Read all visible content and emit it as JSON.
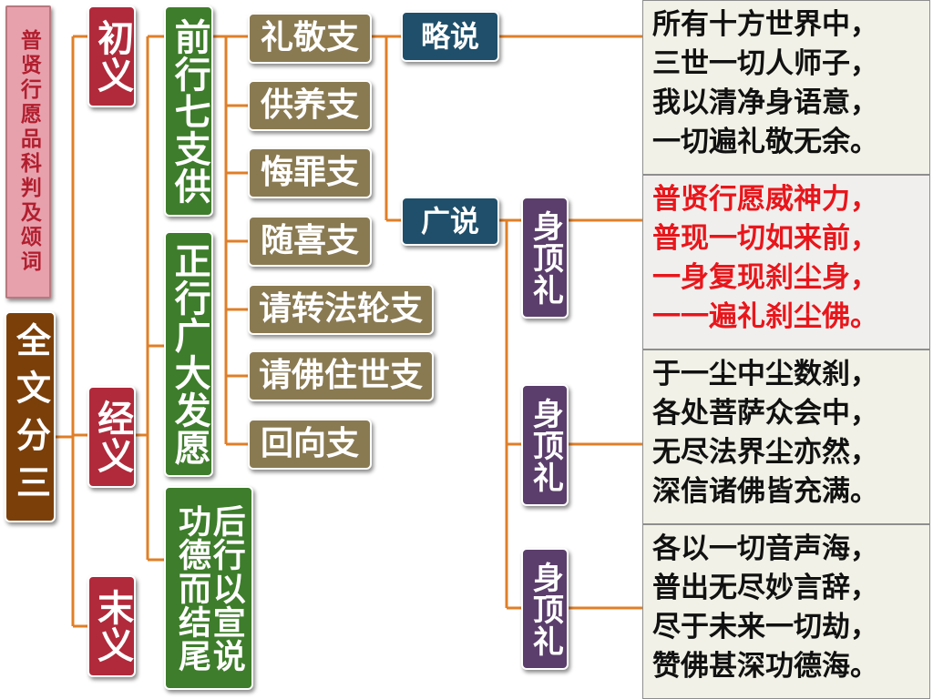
{
  "title": "普贤行愿品科判及颂词",
  "root": "全文分三",
  "level1": [
    "初义",
    "经义",
    "末义"
  ],
  "level2": [
    "前行七支供",
    "正行广大发愿",
    "后行以宣说功德而结尾"
  ],
  "branches": [
    "礼敬支",
    "供养支",
    "悔罪支",
    "随喜支",
    "请转法轮支",
    "请佛住世支",
    "回向支"
  ],
  "sub_parts": [
    "略说",
    "广说"
  ],
  "body_worship": [
    "身顶礼",
    "身顶礼",
    "身顶礼"
  ],
  "verses": [
    {
      "lines": [
        "所有十方世界中，",
        "三世一切人师子，",
        "我以清净身语意，",
        "一切遍礼敬无余。"
      ],
      "color": "#111111"
    },
    {
      "lines": [
        "普贤行愿威神力，",
        "普现一切如来前，",
        "一身复现刹尘身，",
        "一一遍礼刹尘佛。"
      ],
      "color": "#e8161b"
    },
    {
      "lines": [
        "于一尘中尘数刹，",
        "各处菩萨众会中，",
        "无尽法界尘亦然，",
        "深信诸佛皆充满。"
      ],
      "color": "#111111"
    },
    {
      "lines": [
        "各以一切音声海，",
        "普出无尽妙言辞，",
        "尽于未来一切劫，",
        "赞佛甚深功德海。"
      ],
      "color": "#111111"
    }
  ],
  "colors": {
    "connector": "#e07f27",
    "title_bg": "#e7a1ad",
    "title_text": "#b11f2f",
    "root_bg": "#7b3f0a",
    "level1_bg": "#b02a3b",
    "level2_bg": "#3e7d2b",
    "branch_bg": "#8a7a52",
    "sub_part_bg": "#1f4f6a",
    "worship_bg": "#5b3e6b",
    "verse_bg": "#f1f1e7",
    "highlight_text": "#e8161b"
  }
}
